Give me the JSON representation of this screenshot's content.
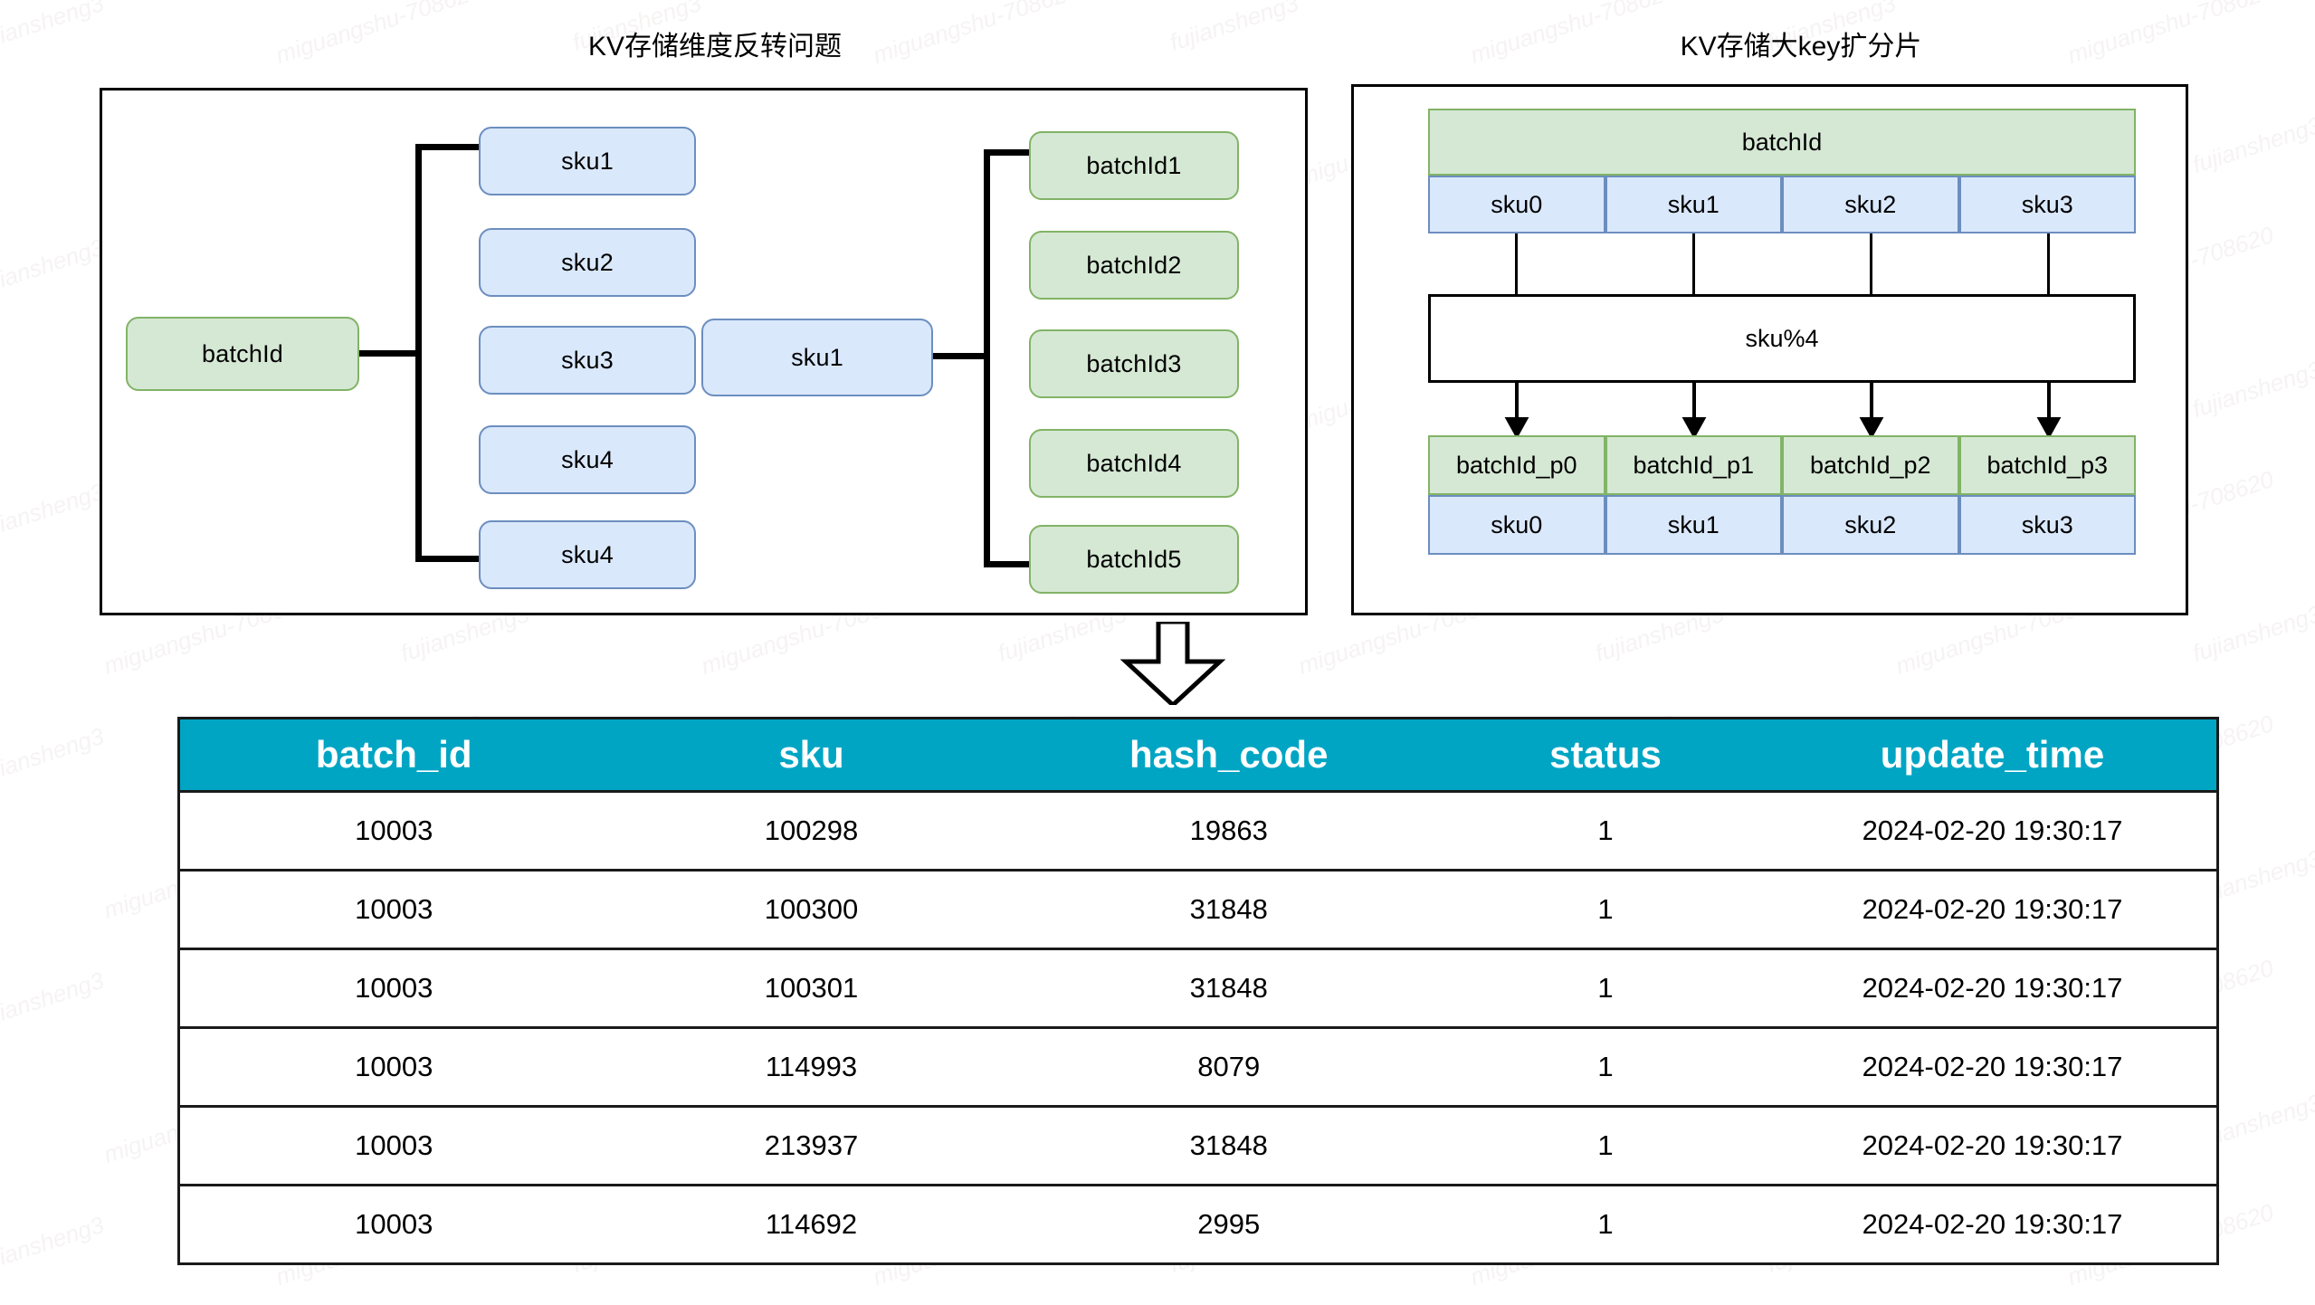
{
  "panels": {
    "left": {
      "title": "KV存储维度反转问题",
      "group_a": {
        "root": "batchId",
        "children": [
          "sku1",
          "sku2",
          "sku3",
          "sku4",
          "sku4"
        ]
      },
      "group_b": {
        "root": "sku1",
        "children": [
          "batchId1",
          "batchId2",
          "batchId3",
          "batchId4",
          "batchId5"
        ]
      }
    },
    "right": {
      "title": "KV存储大key扩分片",
      "header_key": "batchId",
      "top_skus": [
        "sku0",
        "sku1",
        "sku2",
        "sku3"
      ],
      "hash_function": "sku%4",
      "partitions": [
        "batchId_p0",
        "batchId_p1",
        "batchId_p2",
        "batchId_p3"
      ],
      "bottom_skus": [
        "sku0",
        "sku1",
        "sku2",
        "sku3"
      ]
    }
  },
  "flow": {
    "arrow_icon": "down-arrow-icon"
  },
  "table": {
    "columns": [
      "batch_id",
      "sku",
      "hash_code",
      "status",
      "update_time"
    ],
    "rows": [
      [
        "10003",
        "100298",
        "19863",
        "1",
        "2024-02-20 19:30:17"
      ],
      [
        "10003",
        "100300",
        "31848",
        "1",
        "2024-02-20 19:30:17"
      ],
      [
        "10003",
        "100301",
        "31848",
        "1",
        "2024-02-20 19:30:17"
      ],
      [
        "10003",
        "114993",
        "8079",
        "1",
        "2024-02-20 19:30:17"
      ],
      [
        "10003",
        "213937",
        "31848",
        "1",
        "2024-02-20 19:30:17"
      ],
      [
        "10003",
        "114692",
        "2995",
        "1",
        "2024-02-20 19:30:17"
      ]
    ]
  },
  "colors": {
    "green_fill": "#d5e8d4",
    "green_border": "#82b366",
    "blue_fill": "#dae8fc",
    "blue_border": "#6c8ebf",
    "table_header": "#00a5c4",
    "line": "#000000"
  },
  "watermark": {
    "text_a": "fujiansheng3",
    "text_b": "miguangshu-708620"
  }
}
